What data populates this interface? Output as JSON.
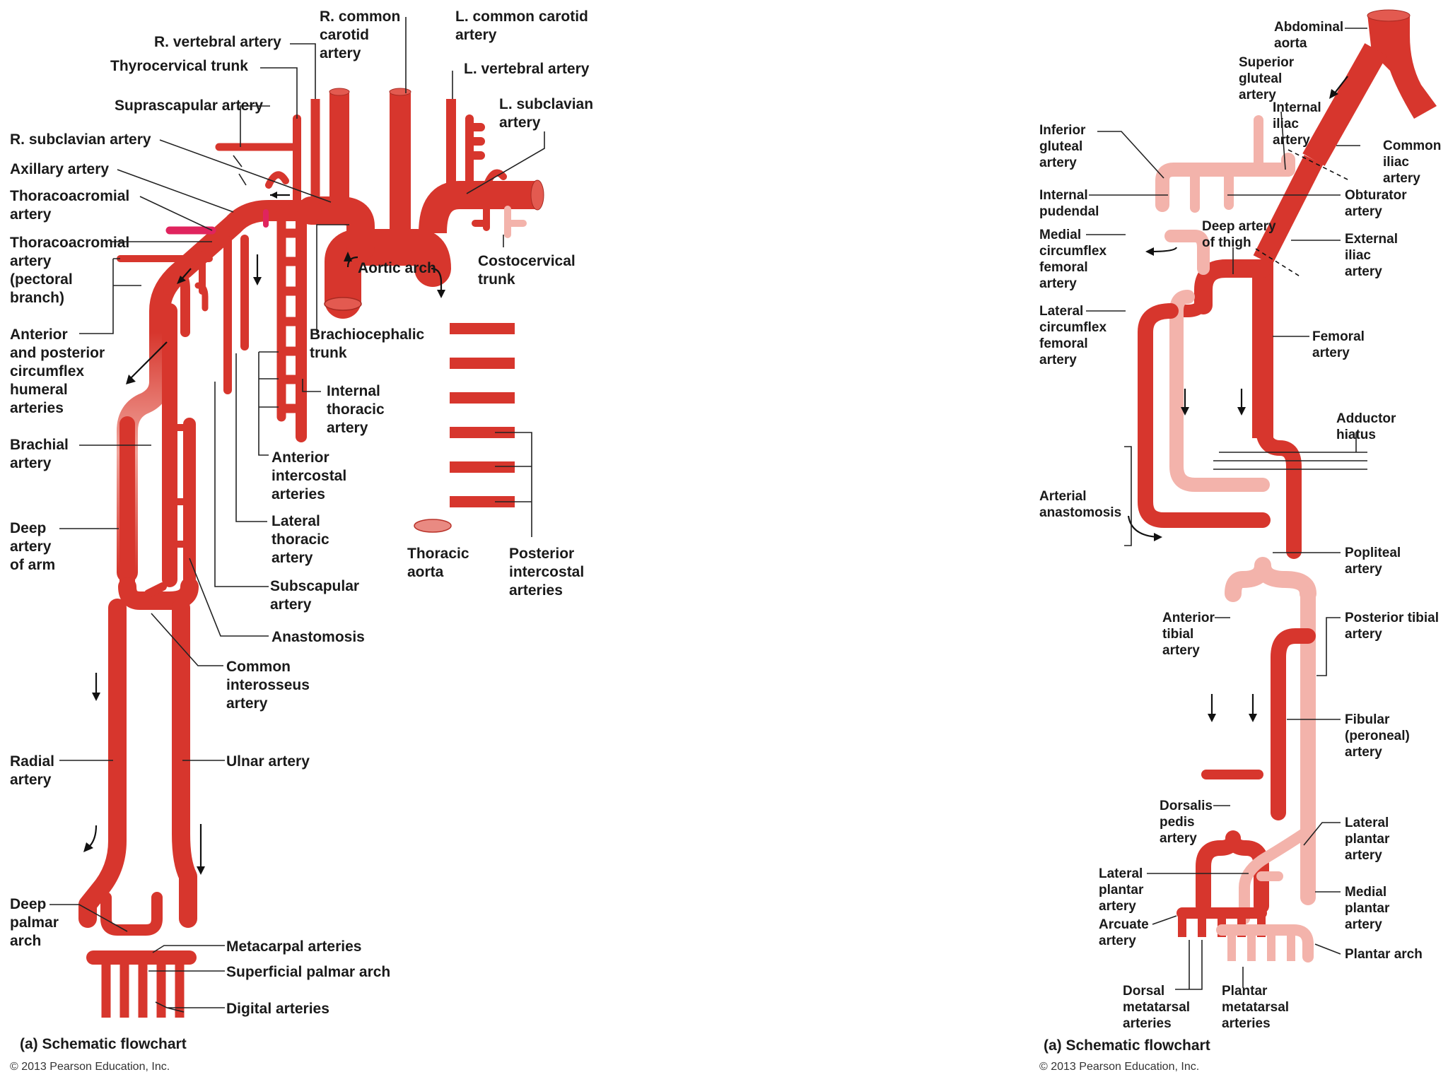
{
  "colors": {
    "artery": "#d7362d",
    "artery_light": "#f3b3ab",
    "artery_pink": "#e0245e",
    "lines": "#222222"
  },
  "upper": {
    "labels": {
      "r_vertebral": [
        "R. vertebral artery"
      ],
      "thyrocervical": [
        "Thyrocervical trunk"
      ],
      "suprascapular": [
        "Suprascapular artery"
      ],
      "r_subclavian": [
        "R. subclavian artery"
      ],
      "axillary": [
        "Axillary artery"
      ],
      "thoracoacromial": [
        "Thoracoacromial",
        "artery"
      ],
      "thoracoacromial_pect": [
        "Thoracoacromial",
        "artery",
        "(pectoral",
        "branch)"
      ],
      "circumflex_humeral": [
        "Anterior",
        "and posterior",
        "circumflex",
        "humeral",
        "arteries"
      ],
      "brachial": [
        "Brachial",
        "artery"
      ],
      "deep_arm": [
        "Deep",
        "artery",
        "of arm"
      ],
      "radial": [
        "Radial",
        "artery"
      ],
      "deep_palmar": [
        "Deep",
        "palmar",
        "arch"
      ],
      "r_common_carotid": [
        "R. common",
        "carotid",
        "artery"
      ],
      "l_common_carotid": [
        "L. common carotid",
        "artery"
      ],
      "l_vertebral": [
        "L. vertebral artery"
      ],
      "l_subclavian": [
        "L. subclavian",
        "artery"
      ],
      "aortic_arch": [
        "Aortic arch"
      ],
      "costocervical": [
        "Costocervical",
        "trunk"
      ],
      "brachiocephalic": [
        "Brachiocephalic",
        "trunk"
      ],
      "internal_thoracic": [
        "Internal",
        "thoracic",
        "artery"
      ],
      "anterior_intercostal": [
        "Anterior",
        "intercostal",
        "arteries"
      ],
      "lateral_thoracic": [
        "Lateral",
        "thoracic",
        "artery"
      ],
      "subscapular": [
        "Subscapular",
        "artery"
      ],
      "anastomosis": [
        "Anastomosis"
      ],
      "common_interosseus": [
        "Common",
        "interosseus",
        "artery"
      ],
      "ulnar": [
        "Ulnar artery"
      ],
      "metacarpal": [
        "Metacarpal arteries"
      ],
      "superficial_palmar": [
        "Superficial palmar arch"
      ],
      "digital": [
        "Digital arteries"
      ],
      "thoracic_aorta": [
        "Thoracic",
        "aorta"
      ],
      "posterior_intercostal": [
        "Posterior",
        "intercostal",
        "arteries"
      ]
    },
    "caption": "(a) Schematic flowchart",
    "copyright": "© 2013 Pearson Education, Inc."
  },
  "lower": {
    "labels": {
      "abdominal_aorta": [
        "Abdominal",
        "aorta"
      ],
      "superior_gluteal": [
        "Superior",
        "gluteal",
        "artery"
      ],
      "internal_iliac": [
        "Internal",
        "iliac",
        "artery"
      ],
      "common_iliac": [
        "Common",
        "iliac",
        "artery"
      ],
      "inferior_gluteal": [
        "Inferior",
        "gluteal",
        "artery"
      ],
      "internal_pudendal": [
        "Internal",
        "pudendal"
      ],
      "obturator": [
        "Obturator",
        "artery"
      ],
      "medial_circumflex": [
        "Medial",
        "circumflex",
        "femoral",
        "artery"
      ],
      "deep_thigh": [
        "Deep artery",
        "of thigh"
      ],
      "external_iliac": [
        "External",
        "iliac",
        "artery"
      ],
      "lateral_circumflex": [
        "Lateral",
        "circumflex",
        "femoral",
        "artery"
      ],
      "femoral": [
        "Femoral",
        "artery"
      ],
      "adductor_hiatus": [
        "Adductor",
        "hiatus"
      ],
      "arterial_anastomosis": [
        "Arterial",
        "anastomosis"
      ],
      "popliteal": [
        "Popliteal",
        "artery"
      ],
      "anterior_tibial": [
        "Anterior",
        "tibial",
        "artery"
      ],
      "posterior_tibial": [
        "Posterior tibial",
        "artery"
      ],
      "fibular": [
        "Fibular",
        "(peroneal)",
        "artery"
      ],
      "dorsalis_pedis": [
        "Dorsalis",
        "pedis",
        "artery"
      ],
      "lateral_plantar_r": [
        "Lateral",
        "plantar",
        "artery"
      ],
      "lateral_plantar_l": [
        "Lateral",
        "plantar",
        "artery"
      ],
      "medial_plantar": [
        "Medial",
        "plantar",
        "artery"
      ],
      "arcuate": [
        "Arcuate",
        "artery"
      ],
      "plantar_arch": [
        "Plantar arch"
      ],
      "dorsal_metatarsal": [
        "Dorsal",
        "metatarsal",
        "arteries"
      ],
      "plantar_metatarsal": [
        "Plantar",
        "metatarsal",
        "arteries"
      ]
    },
    "caption": "(a) Schematic flowchart",
    "copyright": "© 2013 Pearson Education, Inc."
  }
}
